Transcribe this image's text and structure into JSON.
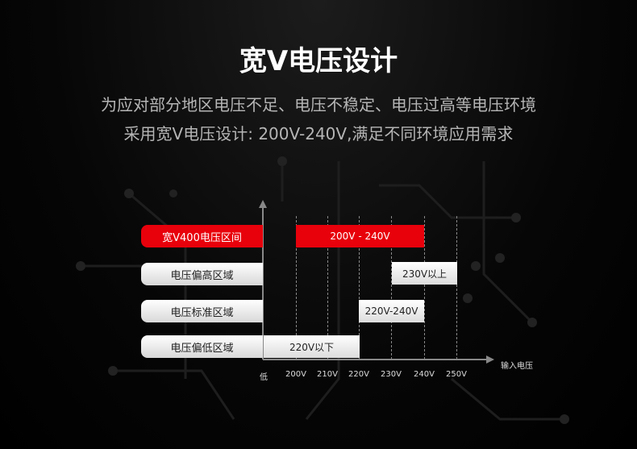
{
  "title": "宽V电压设计",
  "subtitle_lines": [
    "为应对部分地区电压不足、电压不稳定、电压过高等电压环境",
    "采用宽V电压设计: 200V-240V,满足不同环境应用需求"
  ],
  "rows": [
    {
      "label": "宽V400电压区间",
      "bar": "200V - 240V",
      "range": [
        200,
        240
      ]
    },
    {
      "label": "电压偏高区域",
      "bar": "230V以上",
      "range": [
        230,
        250
      ]
    },
    {
      "label": "电压标准区域",
      "bar": "220V-240V",
      "range": [
        220,
        240
      ]
    },
    {
      "label": "电压偏低区域",
      "bar": "220V以下",
      "range": [
        190,
        220
      ]
    }
  ],
  "x_axis": {
    "label": "输入电压",
    "ticks": [
      "低",
      "200V",
      "210V",
      "220V",
      "230V",
      "240V",
      "250V"
    ]
  },
  "colors": {
    "accent": "#e8000b"
  }
}
